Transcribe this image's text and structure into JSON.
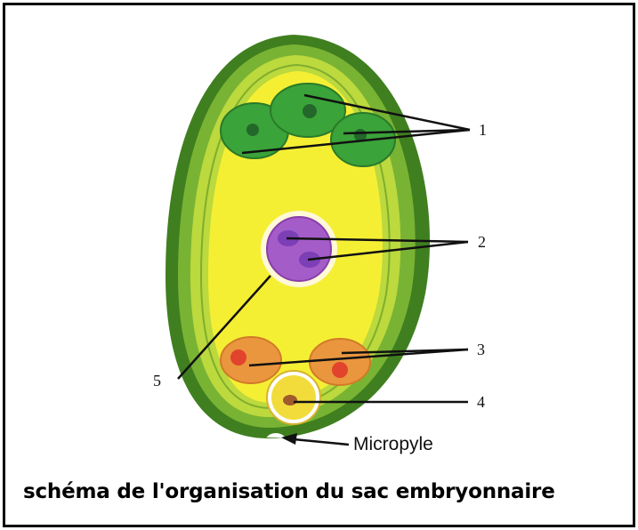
{
  "labels": {
    "l1": "1",
    "l2": "2",
    "l3": "3",
    "l4": "4",
    "l5": "5",
    "micropyle": "Micropyle"
  },
  "caption": "schéma de l'organisation du sac embryonnaire",
  "colors": {
    "outer_integument": "#3f7f1f",
    "inner_integument": "#a9cf3a",
    "embryo_sac": "#f5ef34",
    "antipodal_cells": "#3aa339",
    "central_cell": "#a45cc8",
    "synergids": "#e9963f",
    "egg_cell": "#f2dc3b"
  }
}
